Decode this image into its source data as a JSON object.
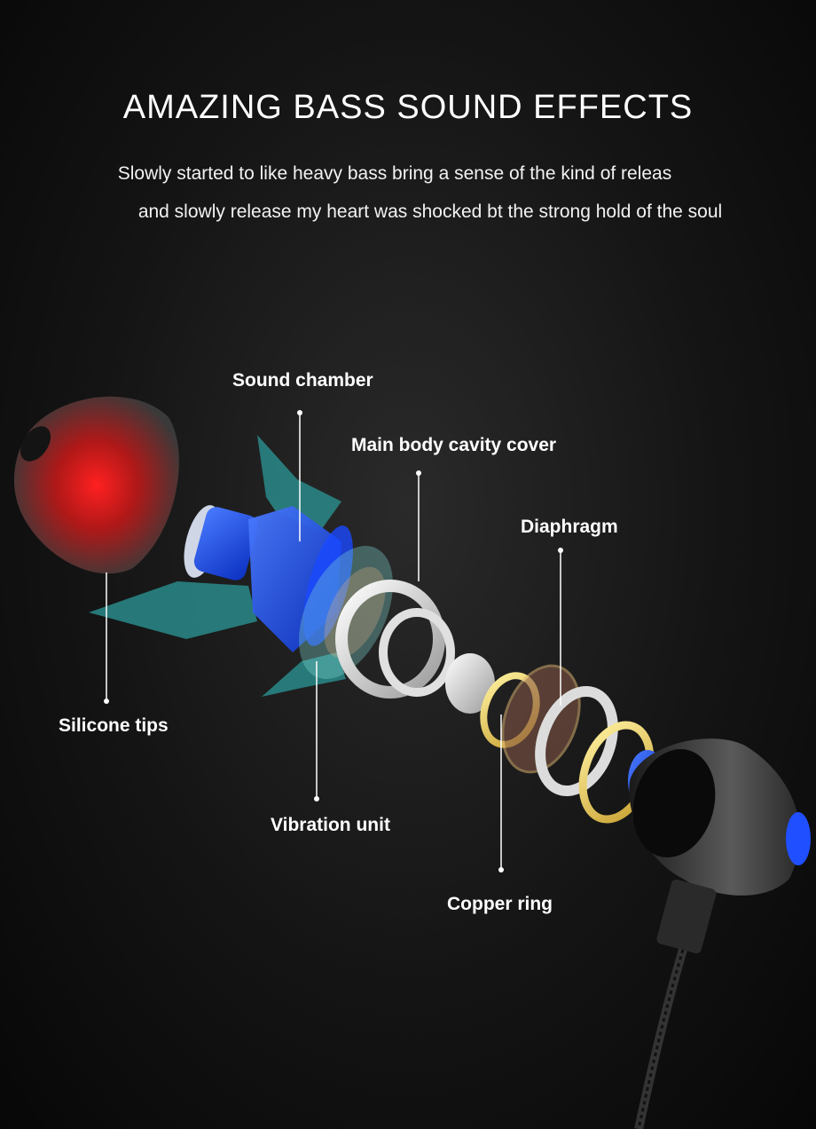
{
  "header": {
    "title": "AMAZING BASS SOUND EFFECTS",
    "subtitle_line1": "Slowly started to like heavy bass bring a sense of the kind of releas",
    "subtitle_line2": "and slowly release my heart was shocked bt the strong hold of the soul"
  },
  "labels": {
    "sound_chamber": "Sound chamber",
    "main_body_cavity_cover": "Main body cavity cover",
    "diaphragm": "Diaphragm",
    "silicone_tips": "Silicone tips",
    "vibration_unit": "Vibration unit",
    "copper_ring": "Copper ring"
  },
  "colors": {
    "background": "#111111",
    "accent_blue": "#1f4fff",
    "arrow_teal": "#2a8a8a",
    "tip_red": "#d42020"
  }
}
